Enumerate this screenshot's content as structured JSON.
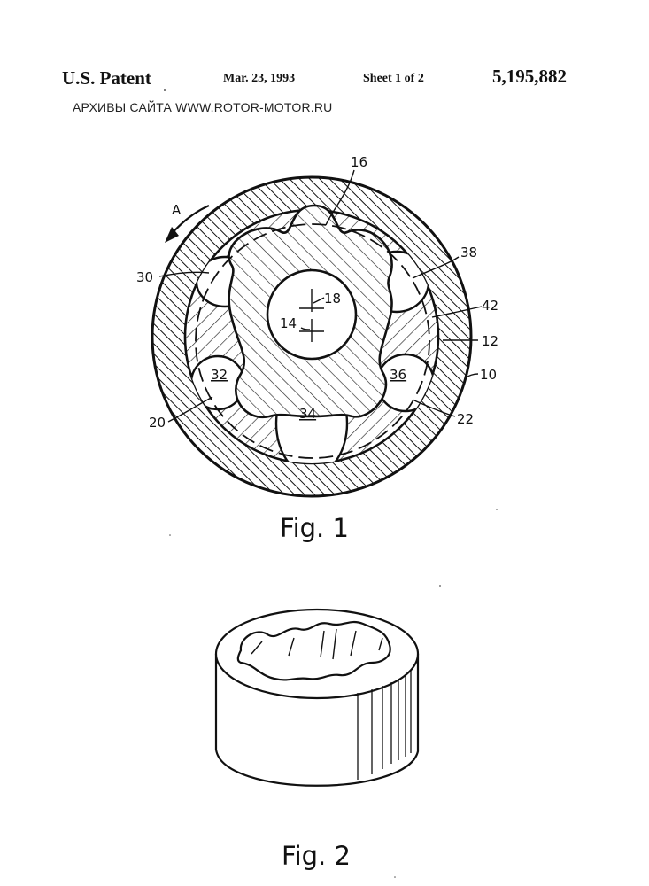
{
  "header": {
    "left": "U.S. Patent",
    "date": "Mar. 23, 1993",
    "sheet": "Sheet 1 of 2",
    "patent_number": "5,195,882"
  },
  "watermark": "АРХИВЫ САЙТА  WWW.ROTOR-MOTOR.RU",
  "fig1": {
    "caption": "Fig. 1",
    "labels": {
      "l16": "16",
      "lA": "A",
      "l38": "38",
      "l30": "30",
      "l18": "18",
      "l42": "42",
      "l14": "14",
      "l12": "12",
      "l32": "32",
      "l36": "36",
      "l10": "10",
      "l34": "34",
      "l20": "20",
      "l22": "22"
    }
  },
  "fig2": {
    "caption": "Fig. 2"
  }
}
